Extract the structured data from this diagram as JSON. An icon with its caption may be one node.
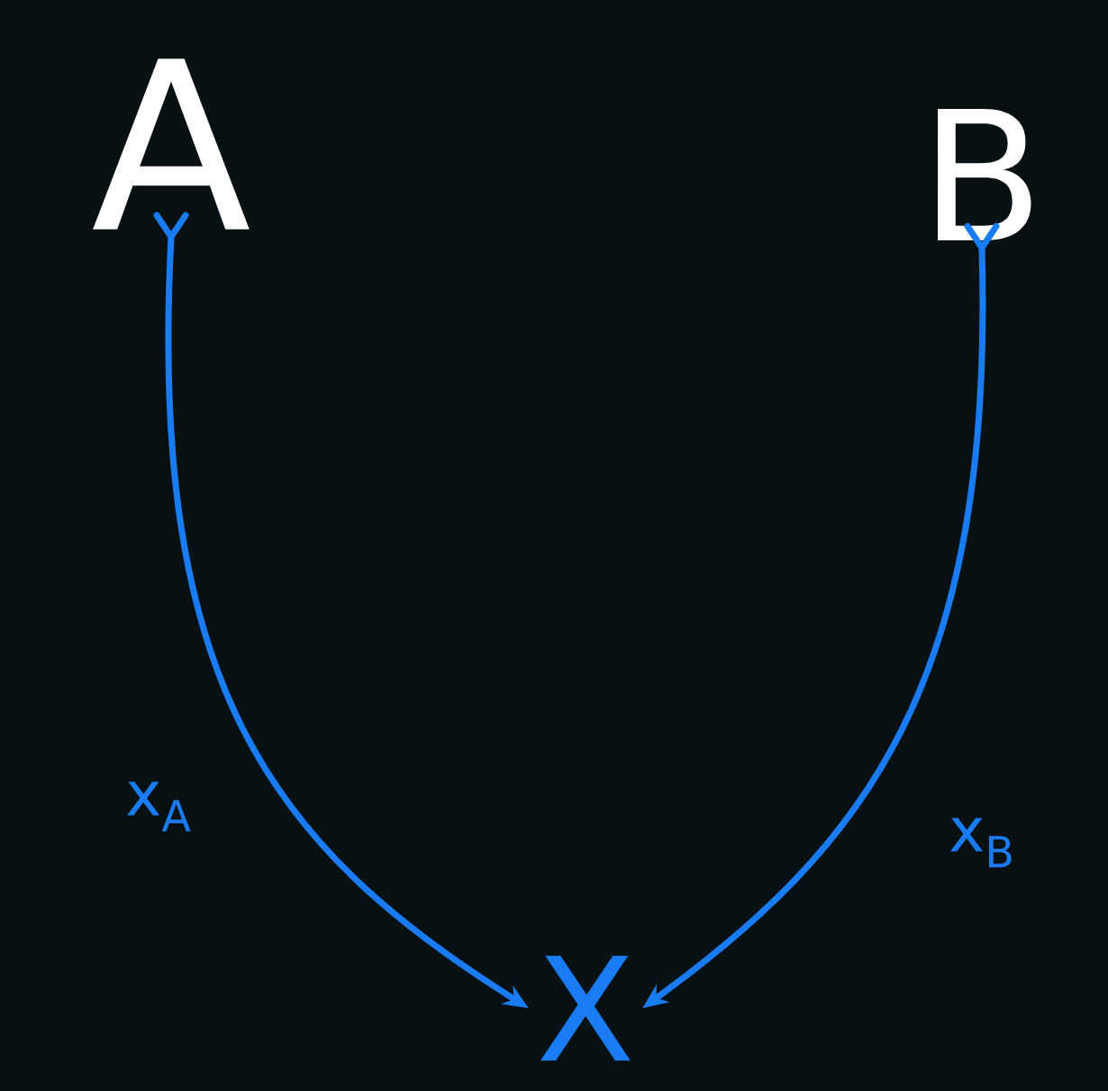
{
  "diagram": {
    "nodes": [
      {
        "text": [
          "A"
        ]
      },
      {
        "text": [
          "B"
        ]
      },
      {
        "text": [
          "X"
        ]
      }
    ],
    "edges": [
      {
        "from": 0,
        "to": 2,
        "arrow": "to",
        "label": "x$_{A}$"
      },
      {
        "from": 1,
        "to": 2,
        "arrow": "to",
        "label": "x$_{B}$"
      }
    ]
  }
}
